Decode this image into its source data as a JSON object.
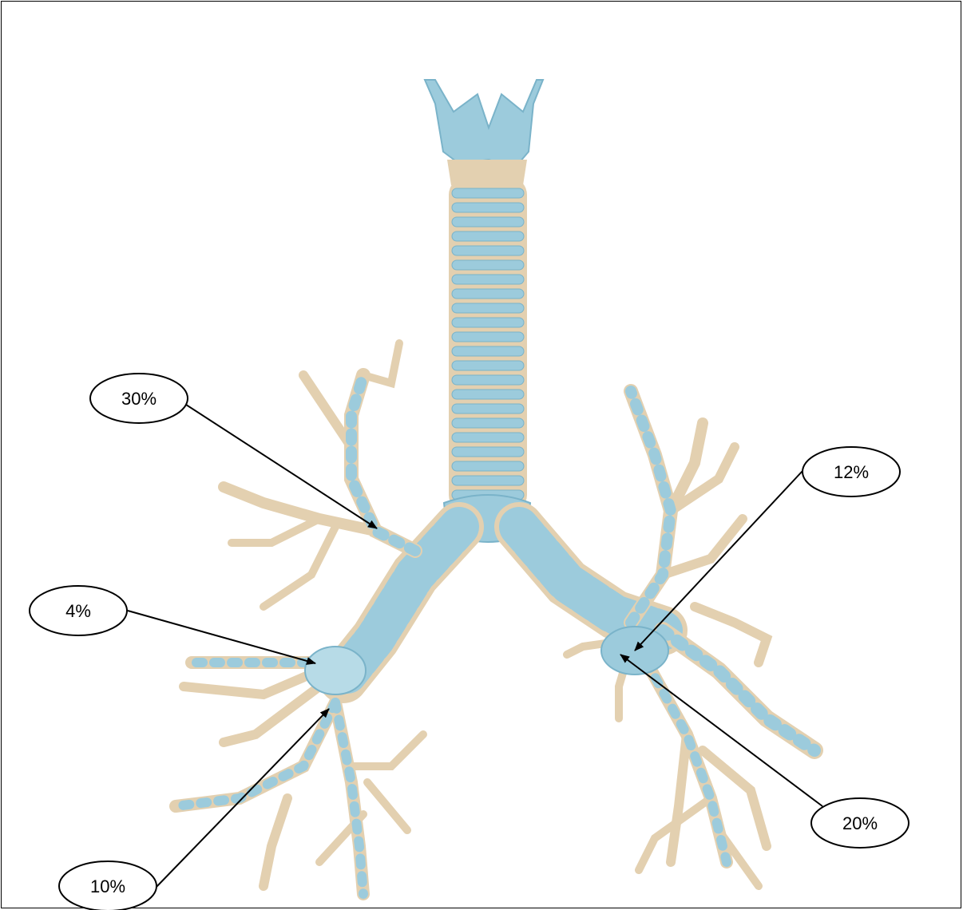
{
  "figure": {
    "subject-icon": "trachea-and-bronchial-tree",
    "colors": {
      "cartilage": "#9ccbdc",
      "cartilage_dark": "#7ab3c9",
      "tissue": "#e3d0b0",
      "tissue_dark": "#cdb68f",
      "stroke": "#000000"
    }
  },
  "callouts": [
    {
      "id": "upper-right-lobe-bronchus",
      "label": "30%"
    },
    {
      "id": "right-middle-lobe-bronchus",
      "label": "4%"
    },
    {
      "id": "right-lower-lobe-bronchus",
      "label": "10%"
    },
    {
      "id": "left-upper-lobe-bronchus",
      "label": "12%"
    },
    {
      "id": "left-lower-lobe-bronchus",
      "label": "20%"
    }
  ]
}
